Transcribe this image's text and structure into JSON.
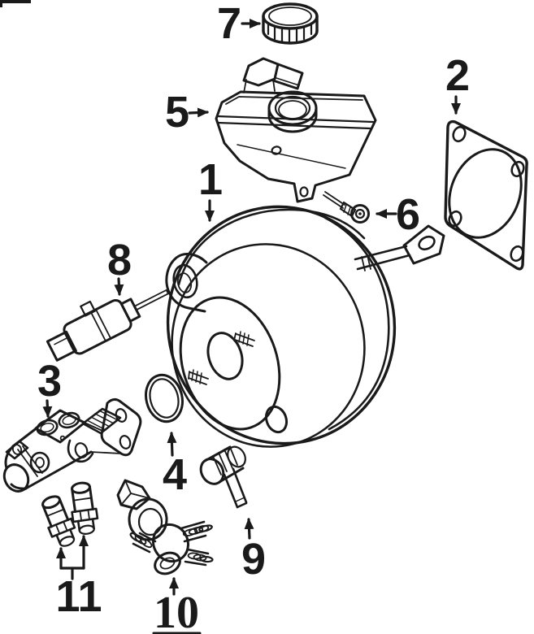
{
  "diagram": {
    "background_color": "#ffffff",
    "ink_color": "#1a1a1a",
    "callouts": [
      {
        "label": "1"
      },
      {
        "label": "2"
      },
      {
        "label": "3"
      },
      {
        "label": "4"
      },
      {
        "label": "5"
      },
      {
        "label": "6"
      },
      {
        "label": "7"
      },
      {
        "label": "8"
      },
      {
        "label": "9"
      },
      {
        "label": "10"
      },
      {
        "label": "11"
      }
    ]
  }
}
